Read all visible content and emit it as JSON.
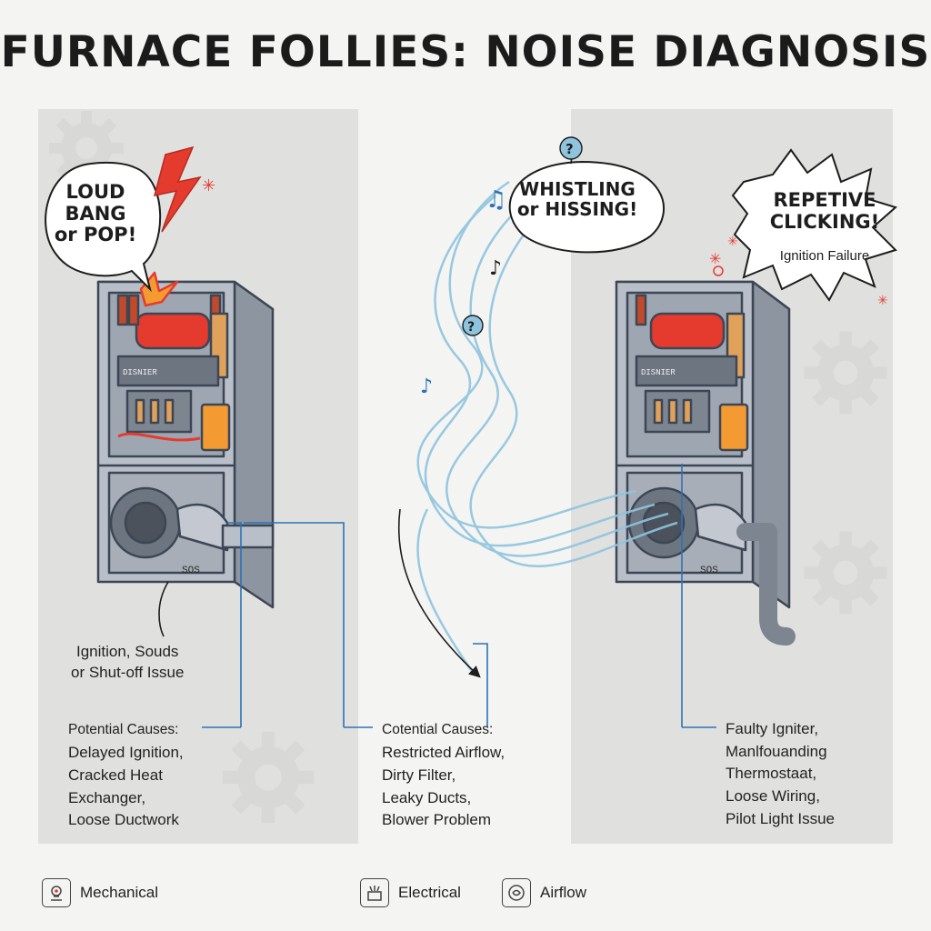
{
  "title": "FURNACE FOLLIES: NOISE DIAGNOSIS",
  "panels": [
    {
      "bubble": [
        "LOUD",
        "BANG",
        "or POP!"
      ],
      "caption": [
        "Ignition, Souds",
        "or Shut-off Issue"
      ],
      "causes_heading": "Potential Causes:",
      "causes": [
        "Delayed Ignition,",
        "Cracked Heat",
        "Exchanger,",
        "Loose Ductwork"
      ]
    },
    {
      "bubble": [
        "WHISTLING",
        "or HISSING!"
      ],
      "causes_heading": "Cotential Causes:",
      "causes": [
        "Restricted Airflow,",
        "Dirty Filter,",
        "Leaky Ducts,",
        "Blower Problem"
      ]
    },
    {
      "bubble": [
        "REPETIVE",
        "CLICKING!"
      ],
      "bubble_sub": "Ignition Failure",
      "causes": [
        "Faulty Igniter,",
        "Manlfouanding",
        "Thermostaat,",
        "Loose Wiring,",
        "Pilot Light Issue"
      ]
    }
  ],
  "furnace_labels": [
    "DISNIER",
    "SOS"
  ],
  "legend": [
    {
      "label": "Mechanical",
      "icon": "mechanical-icon"
    },
    {
      "label": "Electrical",
      "icon": "electrical-icon"
    },
    {
      "label": "Airflow",
      "icon": "airflow-icon"
    }
  ],
  "colors": {
    "panel": "#e0e0df",
    "accent_red": "#e53b2f",
    "flame_orange": "#f39a33",
    "air_blue": "#8fc4df",
    "leader_blue": "#2b73b6",
    "metal": "#9aa2ad"
  }
}
